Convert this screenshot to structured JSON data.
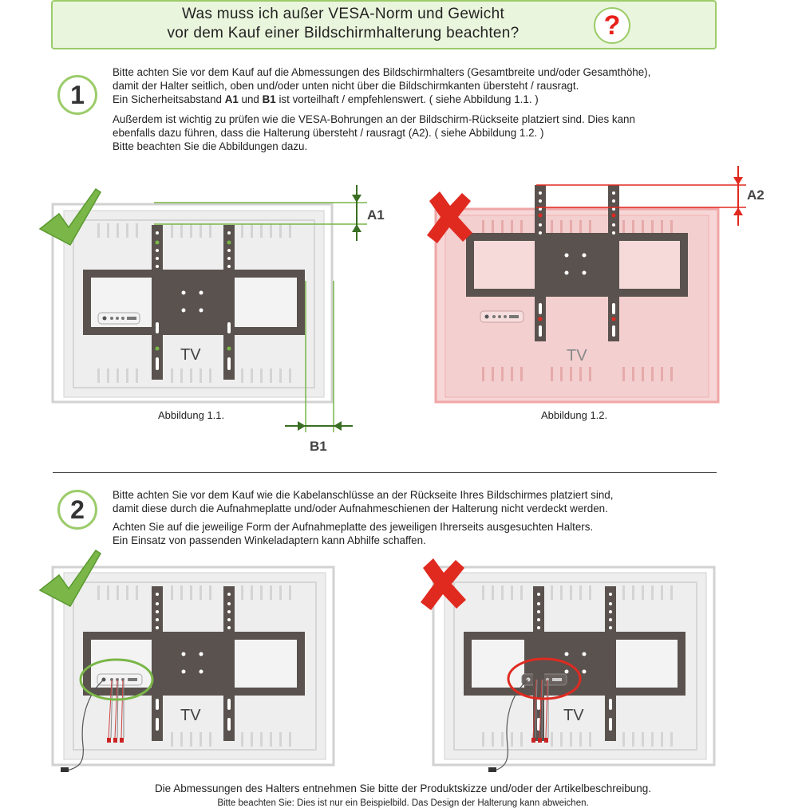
{
  "header": {
    "line1": "Was muss ich außer VESA-Norm und Gewicht",
    "line2": "vor dem Kauf einer Bildschirmhalterung beachten?",
    "question_mark": "?"
  },
  "step1": {
    "number": "1",
    "p1_l1": "Bitte achten Sie vor dem Kauf auf die Abmessungen des Bildschirmhalters (Gesamtbreite und/oder Gesamthöhe),",
    "p1_l2": "damit der Halter seitlich, oben und/oder unten nicht über die Bildschirmkanten übersteht / rausragt.",
    "p1_l3_a": "Ein Sicherheitsabstand ",
    "p1_l3_b": "A1",
    "p1_l3_c": " und ",
    "p1_l3_d": "B1",
    "p1_l3_e": " ist vorteilhaft / empfehlenswert. ( siehe Abbildung 1.1. )",
    "p2_l1": "Außerdem ist wichtig zu prüfen wie die VESA-Bohrungen an der Bildschirm-Rückseite platziert sind. Dies kann",
    "p2_l2": "ebenfalls dazu führen, dass die Halterung übersteht / rausragt (A2). ( siehe Abbildung 1.2. )",
    "p2_l3": "Bitte beachten Sie die Abbildungen dazu.",
    "fig1_caption": "Abbildung 1.1.",
    "fig2_caption": "Abbildung 1.2.",
    "label_a1": "A1",
    "label_b1": "B1",
    "label_a2": "A2",
    "tv_label": "TV"
  },
  "step2": {
    "number": "2",
    "l1": "Bitte achten Sie vor dem Kauf wie die Kabelanschlüsse an der Rückseite Ihres Bildschirmes platziert sind,",
    "l2": "damit diese durch die Aufnahmeplatte und/oder Aufnahmeschienen der Halterung nicht verdeckt werden.",
    "l3": "Achten Sie auf die jeweilige Form der Aufnahmeplatte des jeweiligen Ihrerseits ausgesuchten Halters.",
    "l4": "Ein Einsatz von passenden Winkeladaptern kann Abhilfe schaffen.",
    "tv_label": "TV"
  },
  "footer": {
    "line1": "Die Abmessungen des Halters entnehmen Sie bitte der Produktskizze und/oder der Artikelbeschreibung.",
    "line2": "Bitte beachten Sie: Dies ist nur ein Beispielbild. Das Design der Halterung kann abweichen."
  },
  "colors": {
    "green": "#7ab648",
    "red": "#e02a20",
    "rail": "#5a524e",
    "screen_border": "#d5d5d5"
  }
}
